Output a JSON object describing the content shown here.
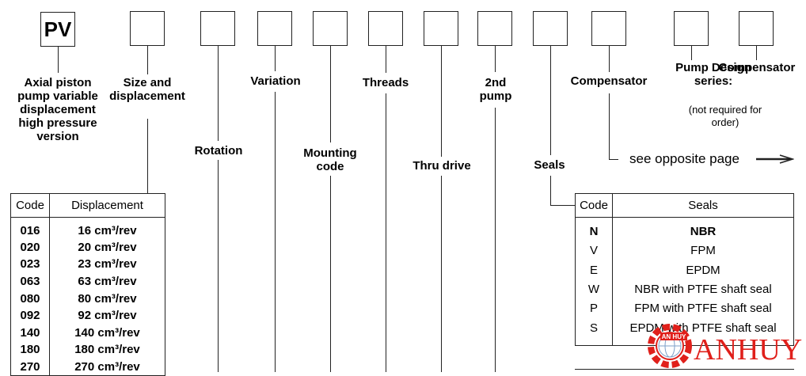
{
  "ordering": {
    "model_code": "PV",
    "segments": [
      {
        "id": "pump_type",
        "label": "Axial piston pump variable displacement high pressure version"
      },
      {
        "id": "size",
        "label": "Size and displacement"
      },
      {
        "id": "rotation",
        "label": "Rotation"
      },
      {
        "id": "variation",
        "label": "Variation"
      },
      {
        "id": "mounting",
        "label": "Mounting code"
      },
      {
        "id": "threads",
        "label": "Threads"
      },
      {
        "id": "thru_drive",
        "label": "Thru drive"
      },
      {
        "id": "second_pump",
        "label": "2nd pump"
      },
      {
        "id": "seals",
        "label": "Seals"
      },
      {
        "id": "compensator",
        "label": "Compensator"
      },
      {
        "id": "design_series",
        "label": "Pump Design series:",
        "note": "(not required for order)"
      },
      {
        "id": "compensator2",
        "label": "Compensator"
      }
    ],
    "see_opposite": "see opposite page"
  },
  "displacement_table": {
    "headers": [
      "Code",
      "Displacement"
    ],
    "rows": [
      [
        "016",
        "16 cm³/rev"
      ],
      [
        "020",
        "20 cm³/rev"
      ],
      [
        "023",
        "23 cm³/rev"
      ],
      [
        "063",
        "63 cm³/rev"
      ],
      [
        "080",
        "80 cm³/rev"
      ],
      [
        "092",
        "92 cm³/rev"
      ],
      [
        "140",
        "140 cm³/rev"
      ],
      [
        "180",
        "180 cm³/rev"
      ],
      [
        "270",
        "270 cm³/rev"
      ]
    ]
  },
  "seals_table": {
    "headers": [
      "Code",
      "Seals"
    ],
    "rows": [
      [
        "N",
        "NBR"
      ],
      [
        "V",
        "FPM"
      ],
      [
        "E",
        "EPDM"
      ],
      [
        "W",
        "NBR with PTFE shaft seal"
      ],
      [
        "P",
        "FPM with PTFE shaft seal"
      ],
      [
        "S",
        "EPDM with PTFE shaft seal"
      ]
    ]
  },
  "watermark": {
    "text": "ANHUY",
    "badge": "AN HUY",
    "color": "#e0201b"
  }
}
